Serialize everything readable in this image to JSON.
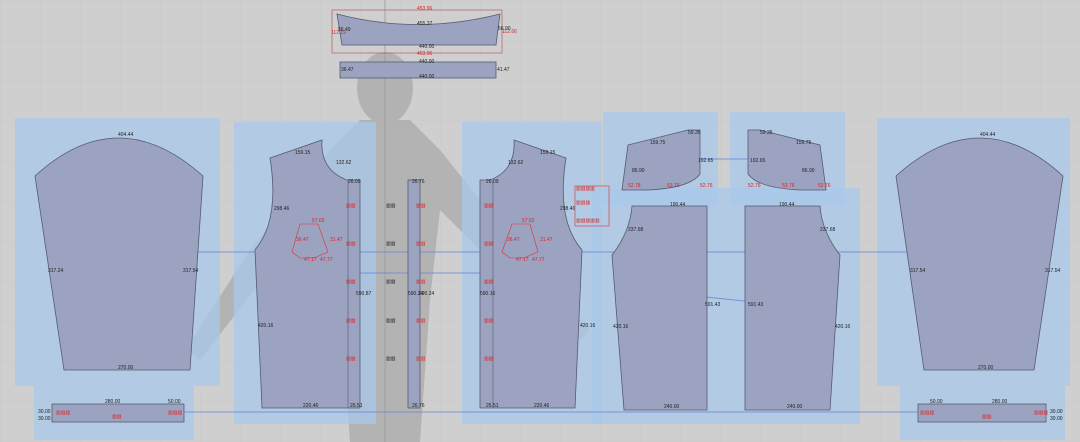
{
  "colors": {
    "background": "#cfcfcf",
    "piece_fill": "#9ba3c1",
    "piece_stroke": "#555a70",
    "zone_fill": "#a8c8ea",
    "guide_line": "#6b86d6",
    "dim_red": "#dd2222",
    "avatar": "#a9a9a9"
  },
  "collar": {
    "top": "453.96",
    "mid": "455.37",
    "left": "56.49",
    "right": "56.90",
    "lred": "112.19",
    "rred": "112.66",
    "bottom": "440.00",
    "bottom_red": "453.96"
  },
  "collar_stand": {
    "left": "36.47",
    "right": "41.47",
    "mid": "440.00",
    "bottom": "440.00"
  },
  "left_sleeve": {
    "top": "404.44",
    "left": "317.24",
    "right": "317.54",
    "bottom": "270.00"
  },
  "right_sleeve": {
    "top": "404.44",
    "left": "317.54",
    "right": "317.54",
    "bottom": "270.00"
  },
  "front_left": {
    "shoulder": "159.15",
    "neck": "132.62",
    "cf": "26.09",
    "arm": "298.46",
    "dart_top": "57.62",
    "dart_l": "36.47",
    "dart_r": "31.47",
    "dart_b1": "47.17",
    "dart_b2": "47.77",
    "len": "590.87",
    "side": "420.16",
    "hem": "220.46",
    "hem_right": "26.51"
  },
  "front_right": {
    "shoulder": "159.15",
    "neck": "132.62",
    "cf": "26.09",
    "arm": "298.46",
    "dart_top": "57.62",
    "dart_l": "36.47",
    "dart_r": "31.47",
    "dart_b1": "47.17",
    "dart_b2": "47.77",
    "len": "590.16",
    "side": "420.16",
    "hem": "220.46",
    "hem_left": "26.51"
  },
  "placket": {
    "top": "26.76",
    "len": "590.24",
    "len2": "590.24",
    "bottom": "26.76"
  },
  "yoke_left": {
    "top": "59.35",
    "shoulder": "159.75",
    "mid": "192.65",
    "arm": "86.90",
    "r1": "52.78",
    "r2": "53.76",
    "r3": "52.76"
  },
  "yoke_right": {
    "top": "59.35",
    "shoulder": "159.75",
    "mid": "192.65",
    "arm": "86.90",
    "r1": "52.76",
    "r2": "53.76",
    "r3": "52.76"
  },
  "back_left": {
    "top": "190.44",
    "arm": "237.68",
    "len": "591.43",
    "side": "420.16",
    "hem": "240.00"
  },
  "back_right": {
    "top": "190.44",
    "arm": "237.68",
    "len": "591.43",
    "side": "420.16",
    "hem": "240.00"
  },
  "cuff_left": {
    "top_a": "280.00",
    "top_b": "50.00",
    "left_a": "30.00",
    "left_b": "30.00"
  },
  "cuff_right": {
    "top_a": "50.00",
    "top_b": "280.00",
    "right_a": "30.00",
    "right_b": "30.00"
  }
}
